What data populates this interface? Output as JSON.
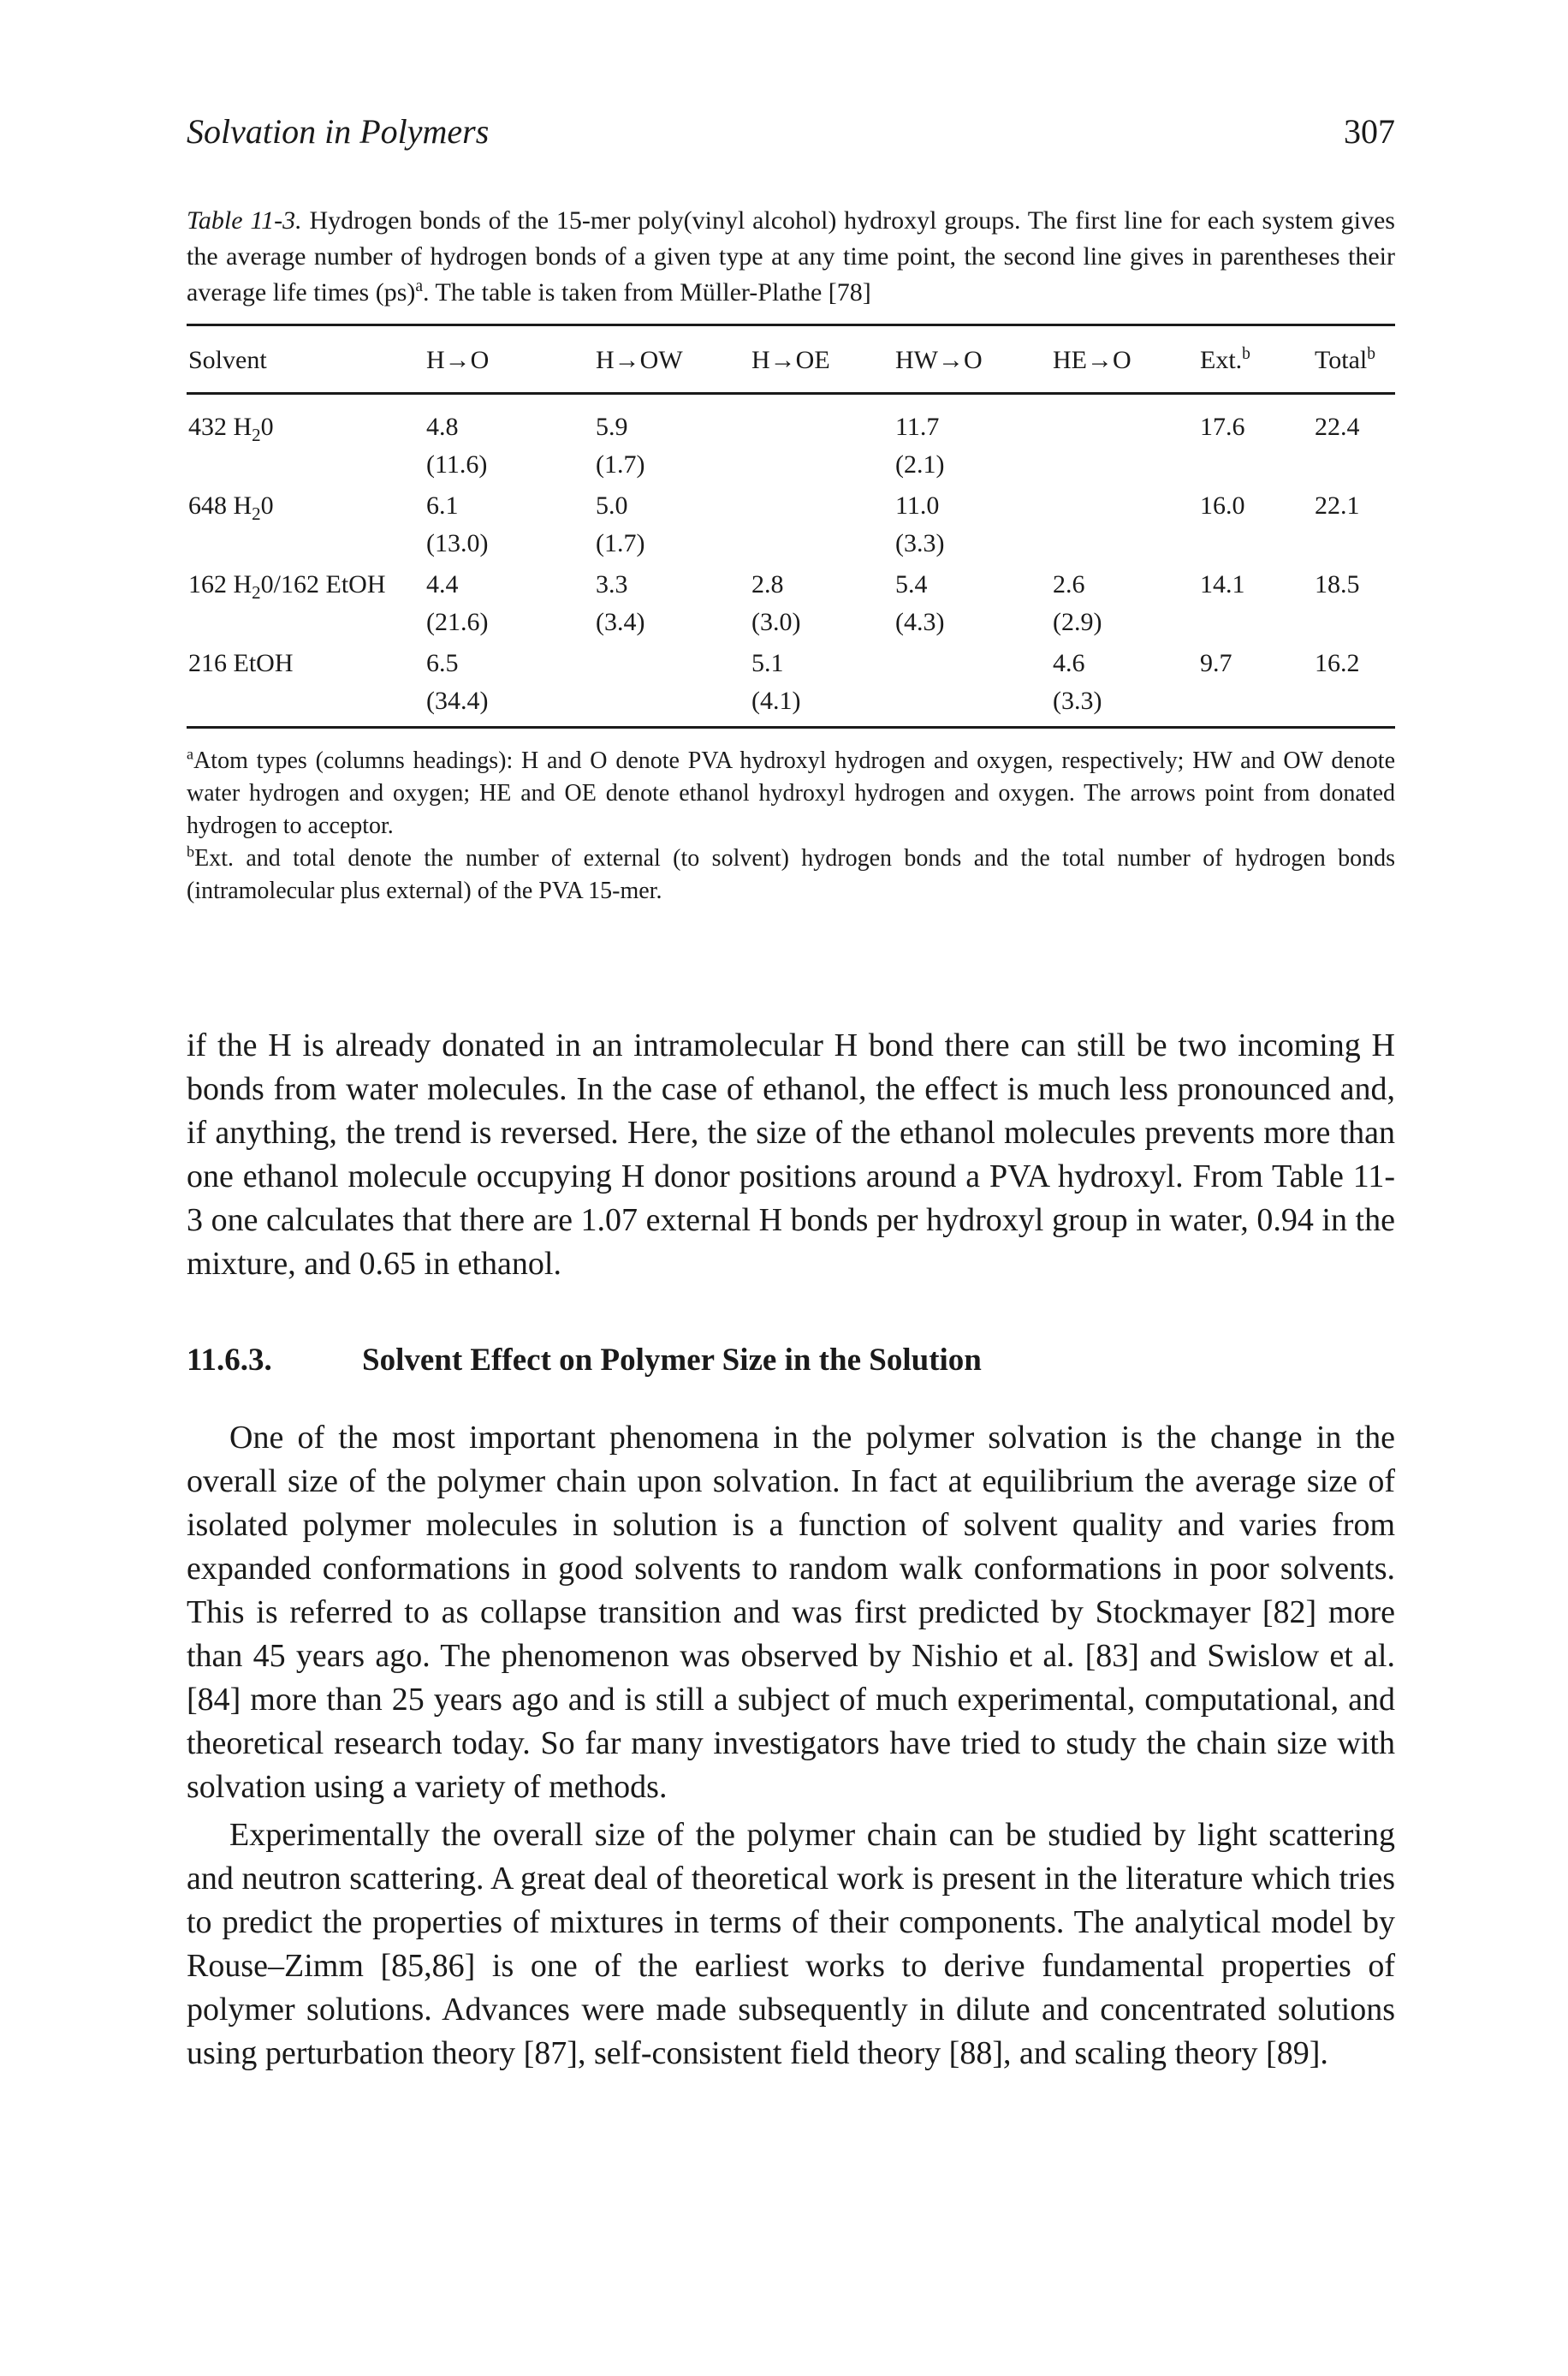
{
  "header": {
    "running_title": "Solvation in Polymers",
    "page_number": "307"
  },
  "caption": {
    "label": "Table 11-3.",
    "text": "Hydrogen bonds of the 15-mer poly(vinyl alcohol) hydroxyl groups. The first line for each system gives the average number of hydrogen bonds of a given type at any time point, the second line gives in parentheses their average life times (ps)",
    "sup": "a",
    "tail": ". The table is taken from Müller-Plathe [78]"
  },
  "table": {
    "headers": [
      {
        "text": "Solvent",
        "sup": ""
      },
      {
        "text": "H→O",
        "sup": ""
      },
      {
        "text": "H→OW",
        "sup": ""
      },
      {
        "text": "H→OE",
        "sup": ""
      },
      {
        "text": "HW→O",
        "sup": ""
      },
      {
        "text": "HE→O",
        "sup": ""
      },
      {
        "text": "Ext.",
        "sup": "b"
      },
      {
        "text": "Total",
        "sup": "b"
      }
    ],
    "rows": [
      {
        "solvent": [
          "432 H",
          "2",
          "0"
        ],
        "line1": [
          "4.8",
          "5.9",
          "",
          "11.7",
          "",
          "17.6",
          "22.4"
        ],
        "line2": [
          "(11.6)",
          "(1.7)",
          "",
          "(2.1)",
          "",
          "",
          ""
        ]
      },
      {
        "solvent": [
          "648 H",
          "2",
          "0"
        ],
        "line1": [
          "6.1",
          "5.0",
          "",
          "11.0",
          "",
          "16.0",
          "22.1"
        ],
        "line2": [
          "(13.0)",
          "(1.7)",
          "",
          "(3.3)",
          "",
          "",
          ""
        ]
      },
      {
        "solvent": [
          "162 H",
          "2",
          "0/162 EtOH"
        ],
        "line1": [
          "4.4",
          "3.3",
          "2.8",
          "5.4",
          "2.6",
          "14.1",
          "18.5"
        ],
        "line2": [
          "(21.6)",
          "(3.4)",
          "(3.0)",
          "(4.3)",
          "(2.9)",
          "",
          ""
        ]
      },
      {
        "solvent": [
          "216 EtOH",
          "",
          ""
        ],
        "line1": [
          "6.5",
          "",
          "5.1",
          "",
          "4.6",
          "9.7",
          "16.2"
        ],
        "line2": [
          "(34.4)",
          "",
          "(4.1)",
          "",
          "(3.3)",
          "",
          ""
        ]
      }
    ]
  },
  "notes": {
    "a_mark": "a",
    "a_text": "Atom types (columns headings): H and O denote PVA hydroxyl hydrogen and oxygen, respectively; HW and OW denote water hydrogen and oxygen; HE and OE denote ethanol hydroxyl hydrogen and oxygen. The arrows point from donated hydrogen to acceptor.",
    "b_mark": "b",
    "b_text": "Ext. and total denote the number of external (to solvent) hydrogen bonds and the total number of hydrogen bonds (intramolecular plus external) of the PVA 15-mer."
  },
  "body": {
    "paragraph_1": "if the H is already donated in an intramolecular H bond there can still be two incoming H bonds from water molecules. In the case of ethanol, the effect is much less pronounced and, if anything, the trend is reversed. Here, the size of the ethanol molecules prevents more than one ethanol molecule occupying H donor positions around a PVA hydroxyl. From Table 11-3 one calculates that there are 1.07 external H bonds per hydroxyl group in water, 0.94 in the mixture, and 0.65 in ethanol.",
    "section_number": "11.6.3.",
    "section_title": "Solvent Effect on Polymer Size in the Solution",
    "paragraph_2": "One of the most important phenomena in the polymer solvation is the change in the overall size of the polymer chain upon solvation. In fact at equilibrium the average size of isolated polymer molecules in solution is a function of solvent quality and varies from expanded conformations in good solvents to random walk conformations in poor solvents. This is referred to as collapse transition and was first predicted by Stockmayer [82] more than 45 years ago. The phenomenon was observed by Nishio et al. [83] and Swislow et al. [84] more than 25 years ago and is still a subject of much experimental, computational, and theoretical research today. So far many investigators have tried to study the chain size with solvation using a variety of methods.",
    "paragraph_3": "Experimentally the overall size of the polymer chain can be studied by light scattering and neutron scattering. A great deal of theoretical work is present in the literature which tries to predict the properties of mixtures in terms of their components. The analytical model by Rouse–Zimm [85,86] is one of the earliest works to derive fundamental properties of polymer solutions. Advances were made subsequently in dilute and concentrated solutions using perturbation theory [87], self-consistent field theory [88], and scaling theory [89]."
  }
}
